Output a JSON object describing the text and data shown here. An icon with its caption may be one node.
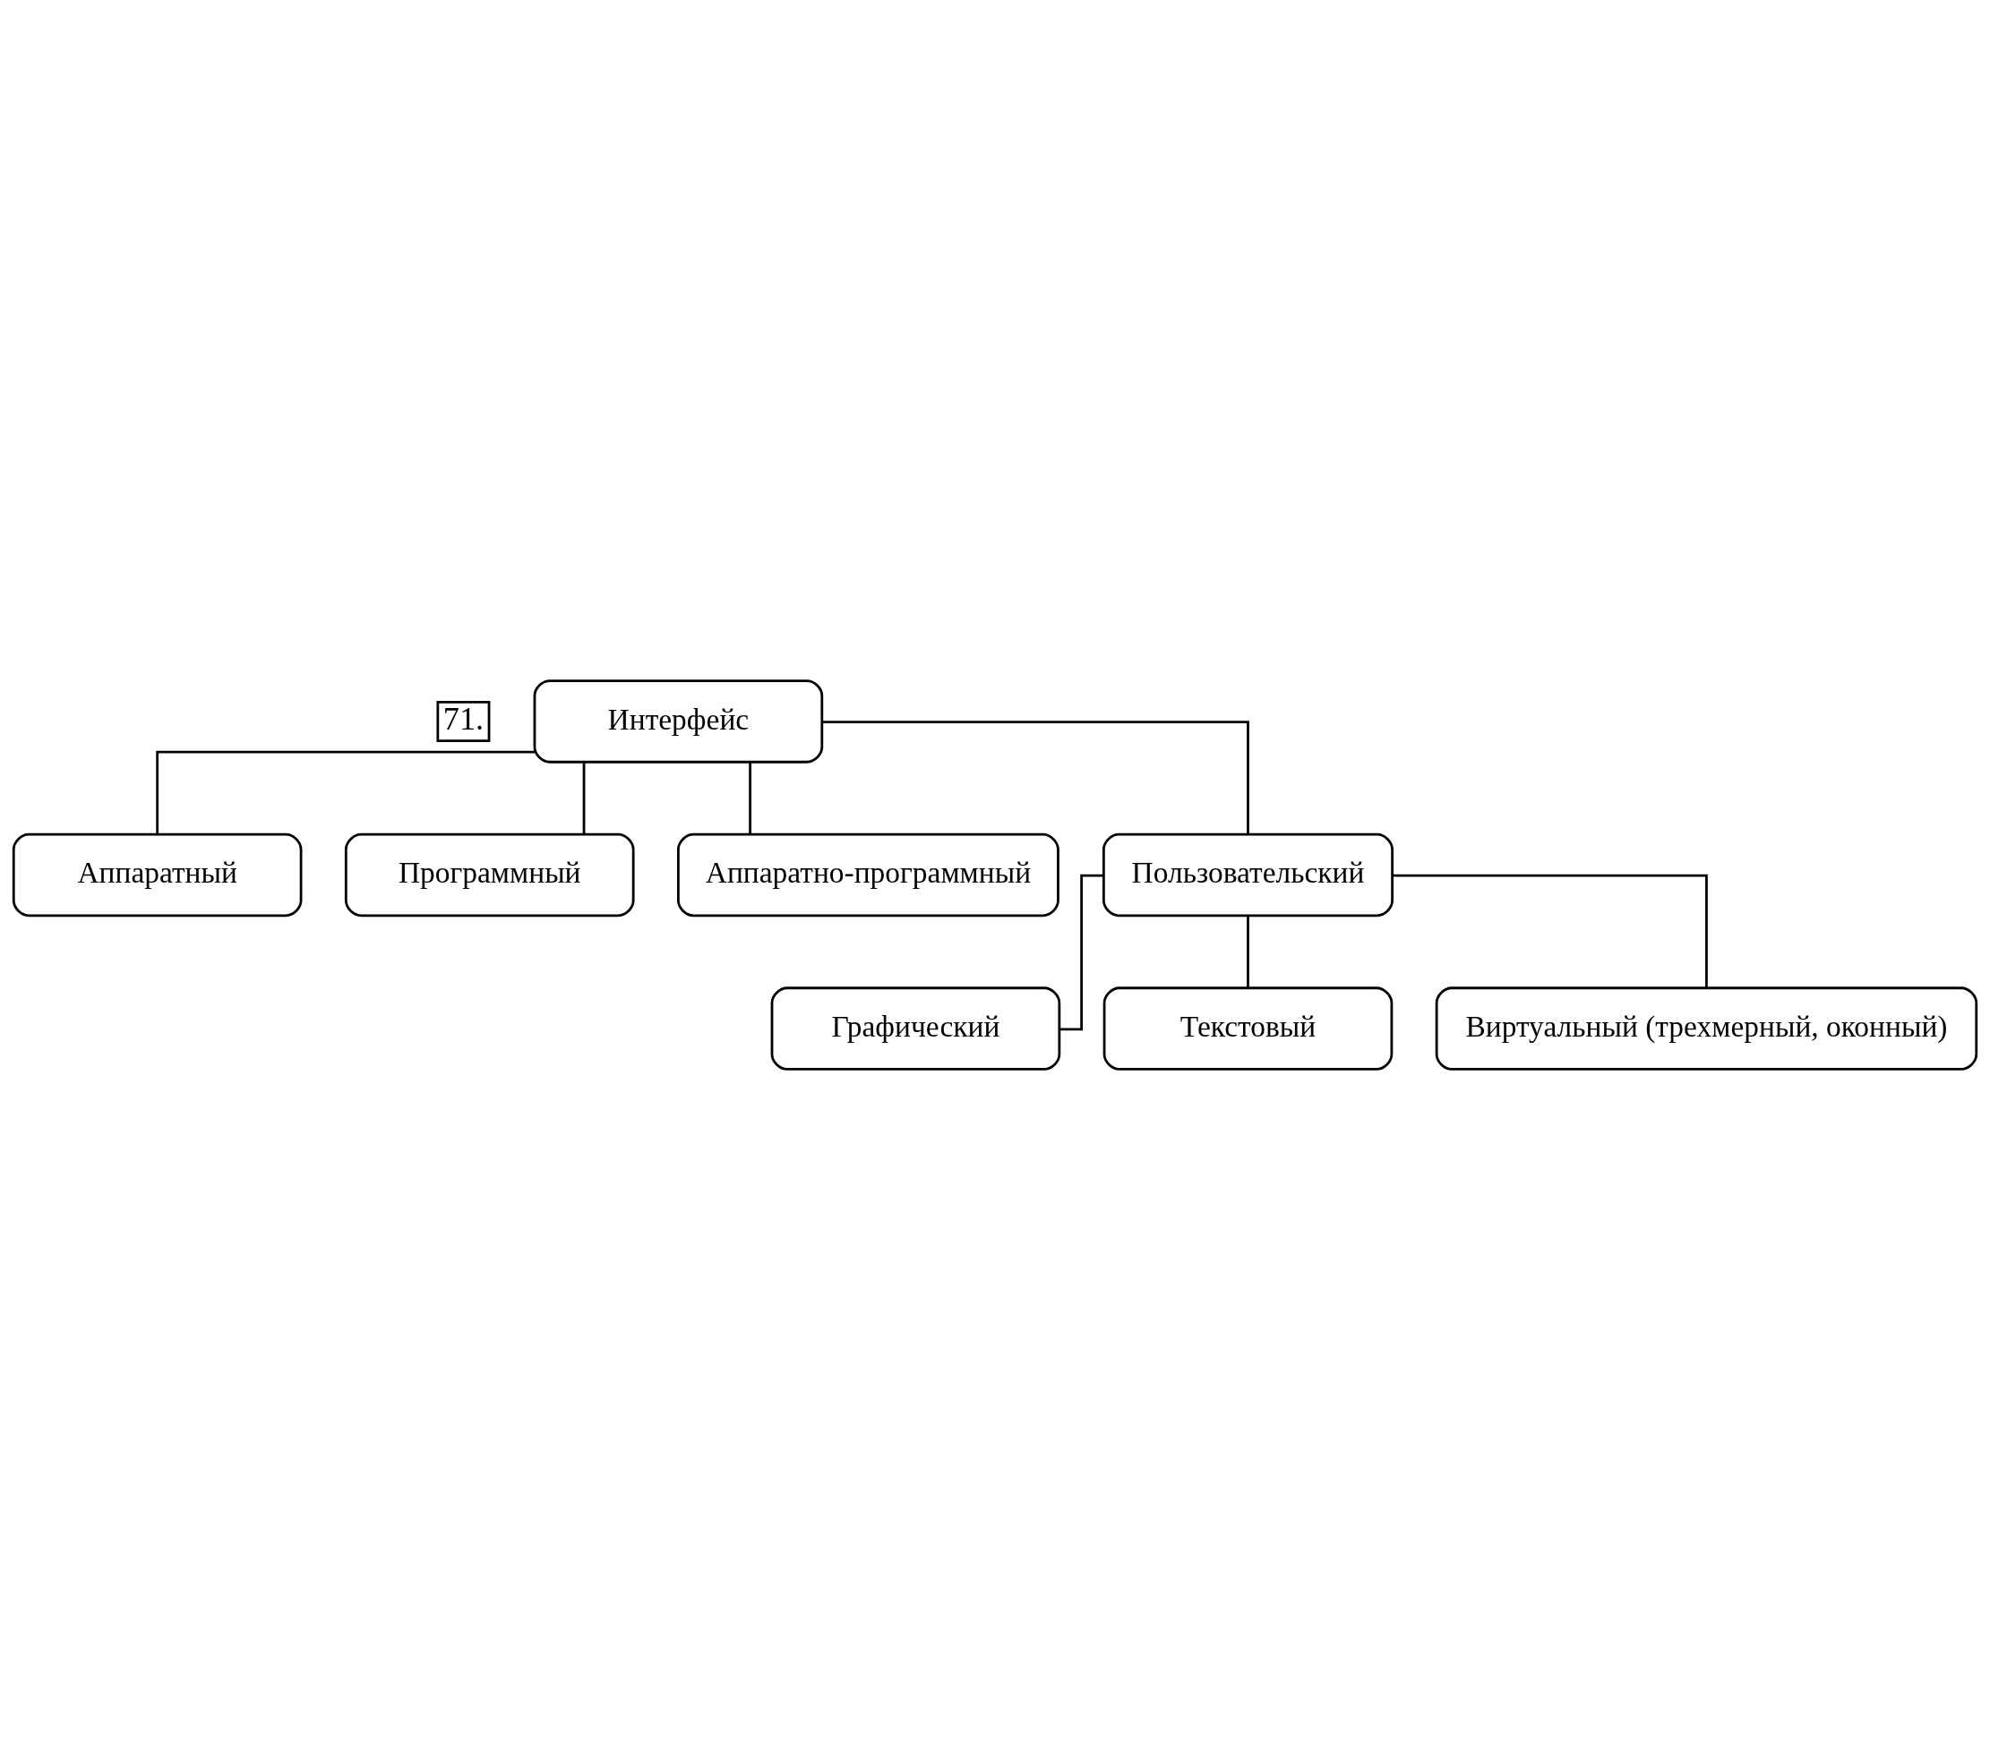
{
  "diagram": {
    "nodes": [
      {
        "text": [
          "Интерфейс"
        ]
      },
      {
        "text": [
          "Аппаратный"
        ]
      },
      {
        "text": [
          "Программный"
        ]
      },
      {
        "text": [
          "Аппаратно-программный"
        ]
      },
      {
        "text": [
          "Пользовательский"
        ]
      },
      {
        "text": [
          "Графический"
        ]
      },
      {
        "text": [
          "Текстовый"
        ]
      },
      {
        "text": [
          "Виртуальный (трехмерный, оконный)"
        ]
      }
    ],
    "edges": [
      {
        "from": 0,
        "to": 1,
        "arrow": "none"
      },
      {
        "from": 0,
        "to": 2,
        "arrow": "none"
      },
      {
        "from": 0,
        "to": 3,
        "arrow": "none"
      },
      {
        "from": 0,
        "to": 4,
        "arrow": "none"
      },
      {
        "from": 4,
        "to": 5,
        "arrow": "none"
      },
      {
        "from": 4,
        "to": 6,
        "arrow": "none"
      },
      {
        "from": 4,
        "to": 7,
        "arrow": "none"
      }
    ],
    "labels": [
      "71."
    ]
  }
}
